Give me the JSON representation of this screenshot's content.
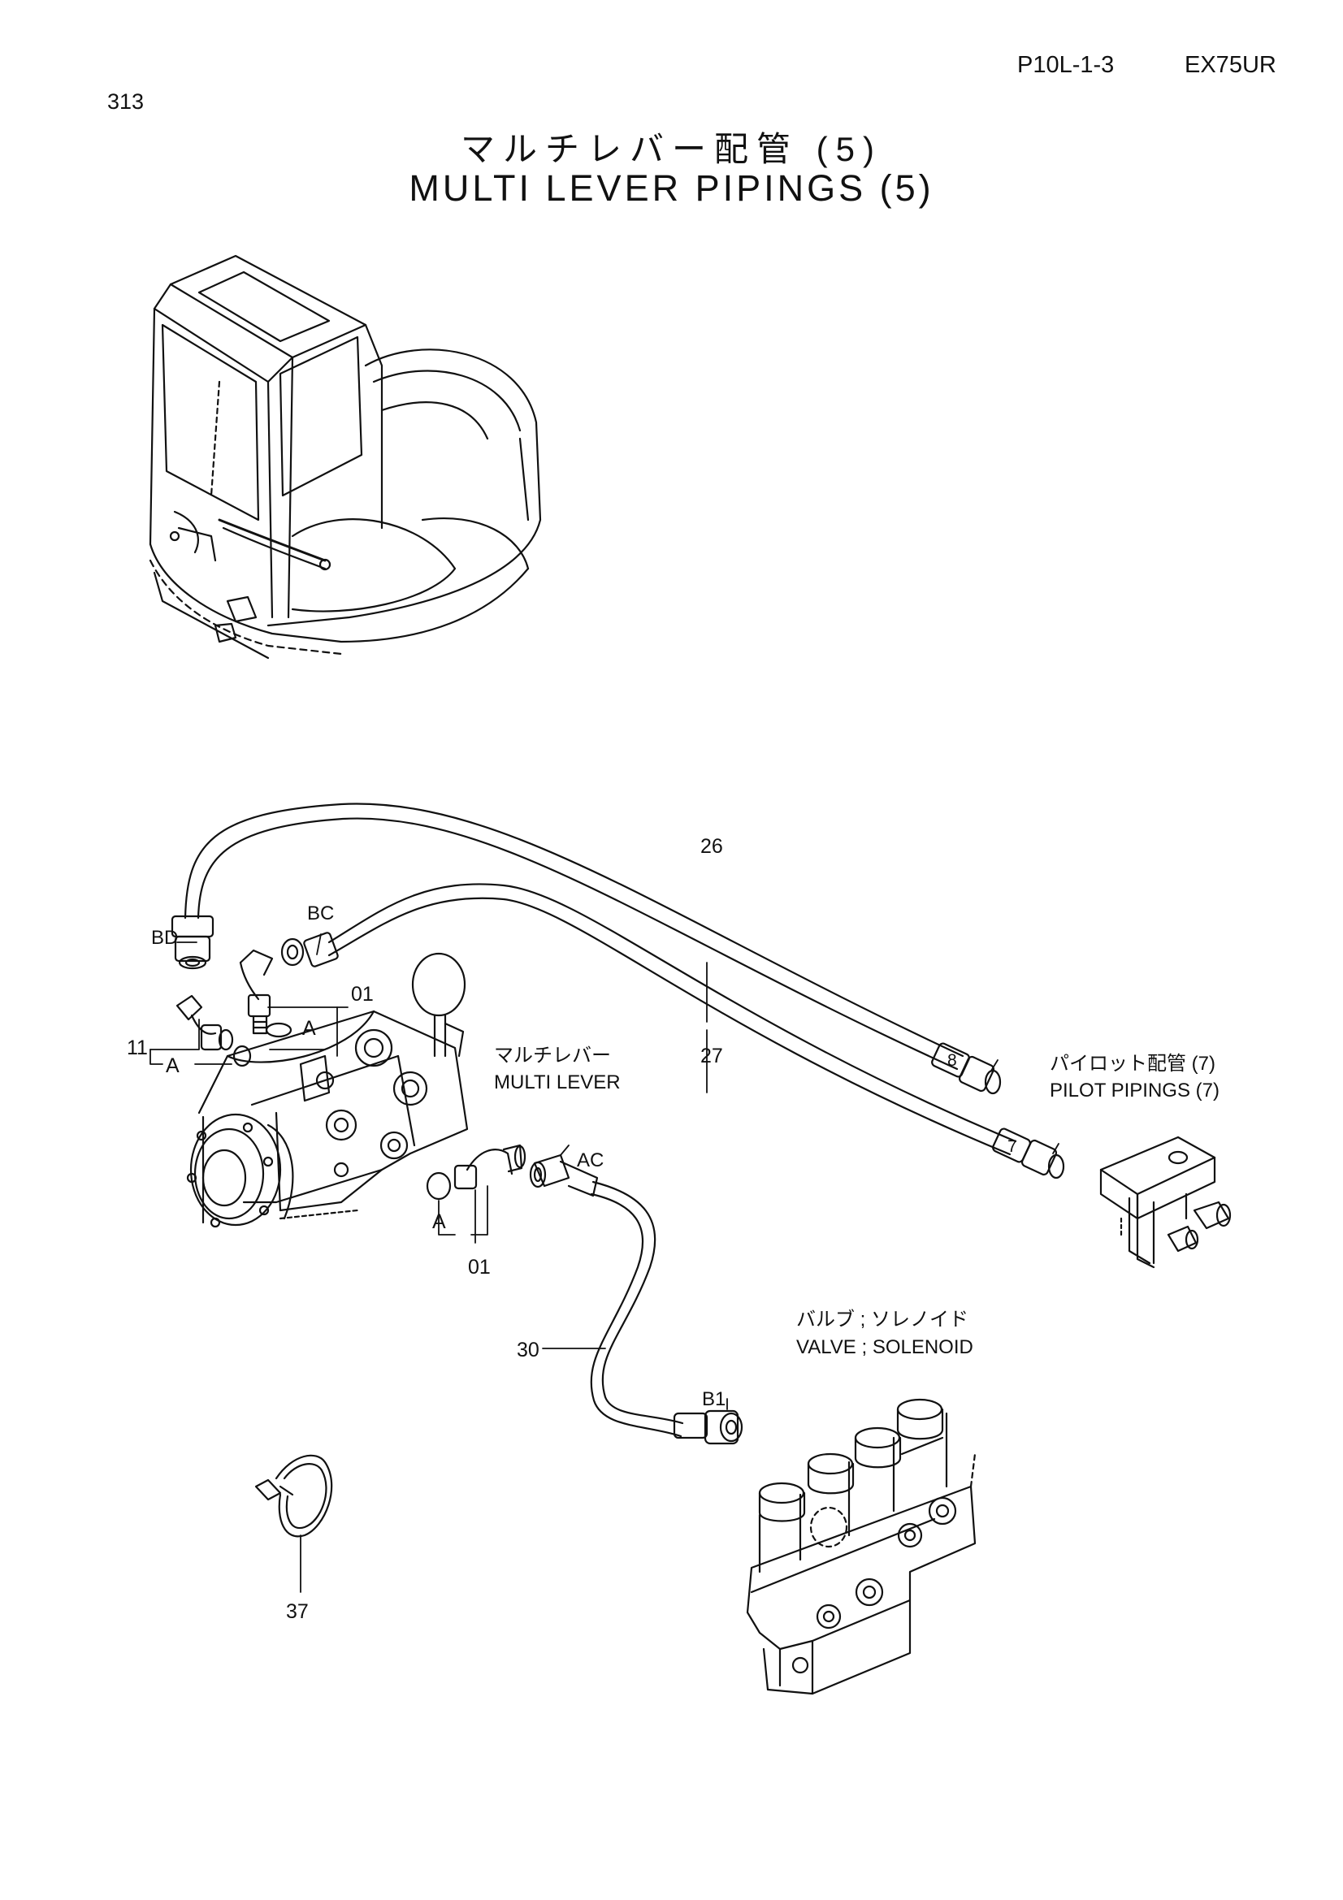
{
  "header": {
    "page_code": "P10L-1-3",
    "model": "EX75UR",
    "page_number": "313"
  },
  "title": {
    "japanese": "マルチレバー配管 (5)",
    "english": "MULTI LEVER PIPINGS (5)"
  },
  "callouts": {
    "bd": "BD",
    "bc": "BC",
    "ac": "AC",
    "b1": "B1",
    "a_upper": "A",
    "a_left": "A",
    "a_lower": "A",
    "part_01_upper": "01",
    "part_01_lower": "01",
    "part_11": "11",
    "part_26": "26",
    "part_27": "27",
    "part_30": "30",
    "part_37": "37",
    "port_8": "8",
    "port_7": "7"
  },
  "annotations": {
    "multi_lever_jp": "マルチレバー",
    "multi_lever_en": "MULTI LEVER",
    "pilot_jp": "パイロット配管 (7)",
    "pilot_en": "PILOT PIPINGS (7)",
    "valve_jp": "バルブ ; ソレノイド",
    "valve_en": "VALVE ; SOLENOID"
  }
}
